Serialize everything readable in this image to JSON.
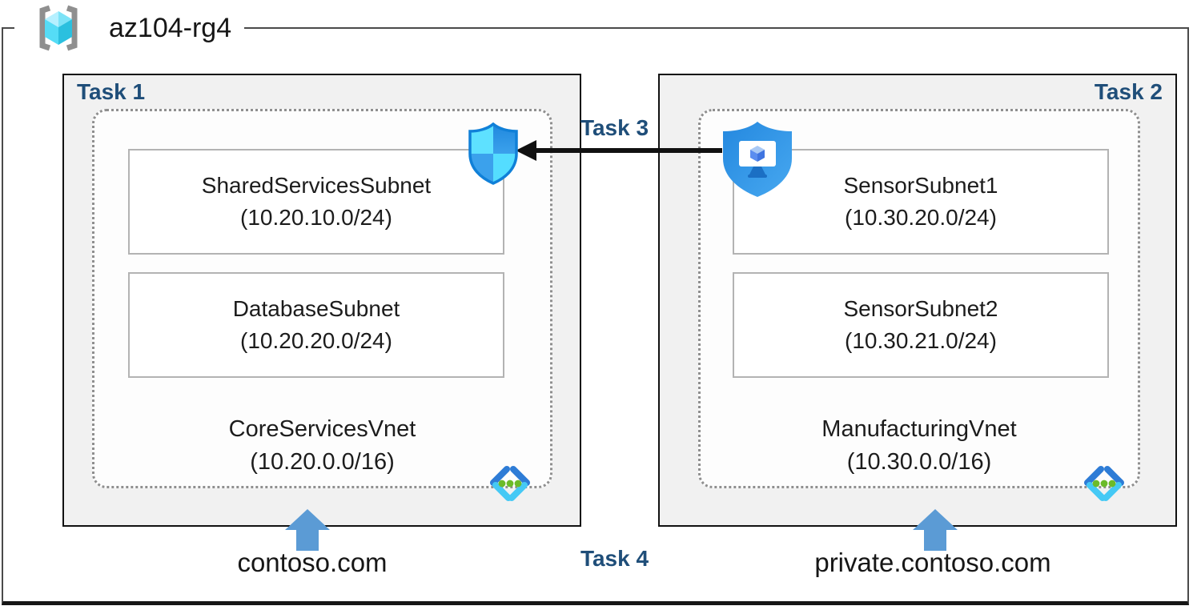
{
  "resource_group": {
    "name": "az104-rg4"
  },
  "labels": {
    "task1": "Task 1",
    "task2": "Task 2",
    "task3": "Task 3",
    "task4": "Task 4"
  },
  "vnets": [
    {
      "task": "Task 1",
      "name": "CoreServicesVnet",
      "cidr": "(10.20.0.0/16)",
      "domain": "contoso.com",
      "subnets": [
        {
          "name": "SharedServicesSubnet",
          "cidr": "(10.20.10.0/24)"
        },
        {
          "name": "DatabaseSubnet",
          "cidr": "(10.20.20.0/24)"
        }
      ]
    },
    {
      "task": "Task 2",
      "name": "ManufacturingVnet",
      "cidr": "(10.30.0.0/16)",
      "domain": "private.contoso.com",
      "subnets": [
        {
          "name": "SensorSubnet1",
          "cidr": "(10.30.20.0/24)"
        },
        {
          "name": "SensorSubnet2",
          "cidr": "(10.30.21.0/24)"
        }
      ]
    }
  ],
  "icons": {
    "resource_group": "resource-group-icon",
    "network_security_group": "nsg-shield-icon",
    "bastion": "bastion-shield-icon",
    "virtual_network_left": "virtual-network-icon",
    "virtual_network_right": "virtual-network-icon",
    "peering_arrow": "left-arrow-icon",
    "dns_arrow_left": "up-arrow-icon",
    "dns_arrow_right": "up-arrow-icon"
  },
  "colors": {
    "task_label": "#1F4E79",
    "frame_border": "#4A4A4A",
    "box_fill": "#F1F1F1",
    "dashed_border": "#8F8F8F",
    "subnet_border": "#B3B3B3",
    "up_arrow_blue": "#5B9BD5",
    "peering_arrow_black": "#111111",
    "shield_light_cyan": "#50E6FF",
    "shield_blue": "#2E96E8",
    "bastion_blue": "#2488DF",
    "vnet_chevron_blue": "#2E7CD6",
    "vnet_chevron_cyan": "#45C9F5",
    "vnet_dots_green": "#6CBB2A"
  }
}
